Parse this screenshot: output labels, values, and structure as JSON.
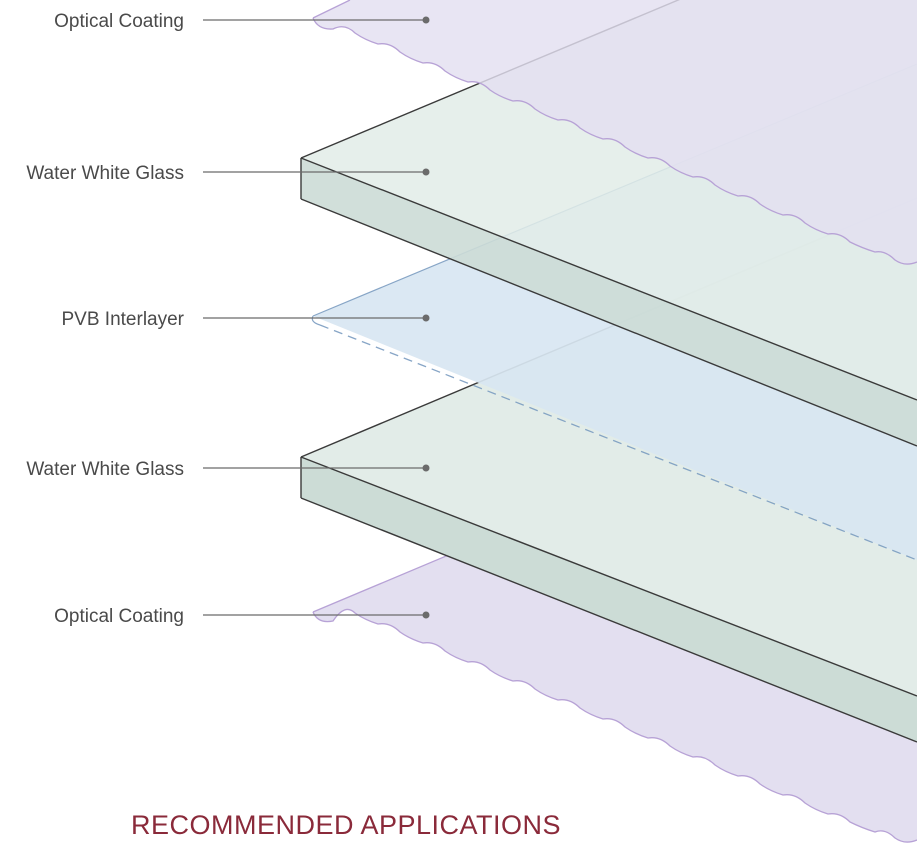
{
  "layers": [
    {
      "label": "Optical Coating"
    },
    {
      "label": "Water White Glass"
    },
    {
      "label": "PVB Interlayer"
    },
    {
      "label": "Water White Glass"
    },
    {
      "label": "Optical Coating"
    }
  ],
  "section_heading": "RECOMMENDED APPLICATIONS",
  "colors": {
    "coating_fill": "#e3dff0",
    "coating_edge": "#b7a2d6",
    "glass_fill": "#e2ece8",
    "glass_side": "#ccdcd6",
    "glass_edge": "#3a3a3a",
    "pvb_fill": "#d9e7f2",
    "pvb_edge": "#7d9ec2",
    "heading": "#8a2a3a"
  }
}
